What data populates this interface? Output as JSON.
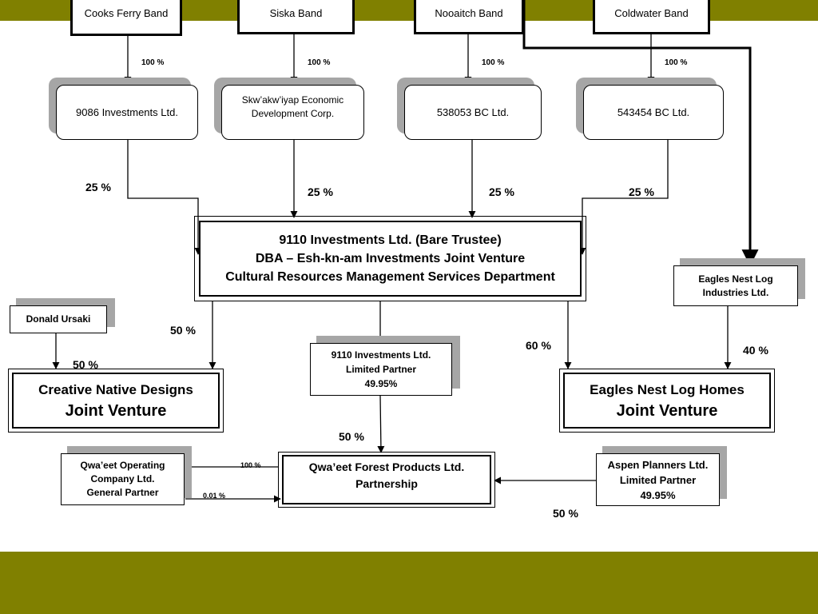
{
  "colors": {
    "band": "#808000",
    "shadow": "#a6a6a6",
    "line": "#000000"
  },
  "bands": [
    "Cooks Ferry Band",
    "Siska Band",
    "Nooaitch Band",
    "Coldwater Band"
  ],
  "holding_cos": {
    "c1": "9086 Investments Ltd.",
    "c2_line1": "Skw’akw’iyap Economic",
    "c2_line2": "Development Corp.",
    "c3": "538053 BC Ltd.",
    "c4": "543454 BC Ltd."
  },
  "pct": {
    "top1": "100 %",
    "top2": "100 %",
    "top3": "100 %",
    "top4": "100 %",
    "mid1": "25 %",
    "mid2": "25 %",
    "mid3": "25 %",
    "mid4": "25 %",
    "cnd_left": "50 %",
    "cnd_right": "50 %",
    "enlh_left": "60 %",
    "enlh_right": "40 %",
    "lp": "50 %",
    "q100": "100 %",
    "q001": "0.01 %",
    "aspen": "50 %"
  },
  "trustee": {
    "line1": "9110 Investments Ltd. (Bare Trustee)",
    "line2": "DBA – Esh-kn-am Investments Joint Venture",
    "line3": "Cultural Resources Management Services Department"
  },
  "donald": "Donald Ursaki",
  "eagles_ind": {
    "line1": "Eagles Nest Log",
    "line2": "Industries Ltd."
  },
  "cnd": {
    "line1": "Creative Native Designs",
    "line2": "Joint Venture"
  },
  "enlh": {
    "line1": "Eagles Nest Log Homes",
    "line2": "Joint Venture"
  },
  "lp": {
    "line1": "9110 Investments Ltd.",
    "line2": "Limited Partner",
    "line3": "49.95%"
  },
  "qwaeet_op": {
    "line1": "Qwa’eet Operating",
    "line2": "Company Ltd.",
    "line3": "General Partner"
  },
  "qwaeet_fp": {
    "line1": "Qwa’eet Forest Products Ltd.",
    "line2": "Partnership"
  },
  "aspen": {
    "line1": "Aspen Planners Ltd.",
    "line2": "Limited Partner",
    "line3": "49.95%"
  }
}
